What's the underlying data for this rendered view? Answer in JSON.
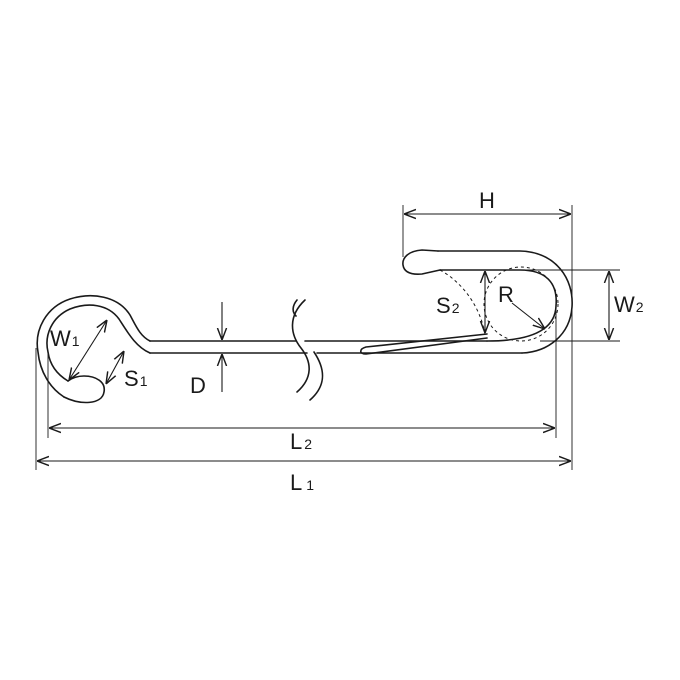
{
  "labels": {
    "H": "H",
    "W2_main": "W",
    "W2_sub": "2",
    "S2_main": "S",
    "S2_sub": "2",
    "R": "R",
    "W1_main": "W",
    "W1_sub": "1",
    "S1_main": "S",
    "S1_sub": "1",
    "D": "D",
    "L2_main": "L",
    "L2_sub": "2",
    "L1_main": "L",
    "L1_sub": "1"
  }
}
